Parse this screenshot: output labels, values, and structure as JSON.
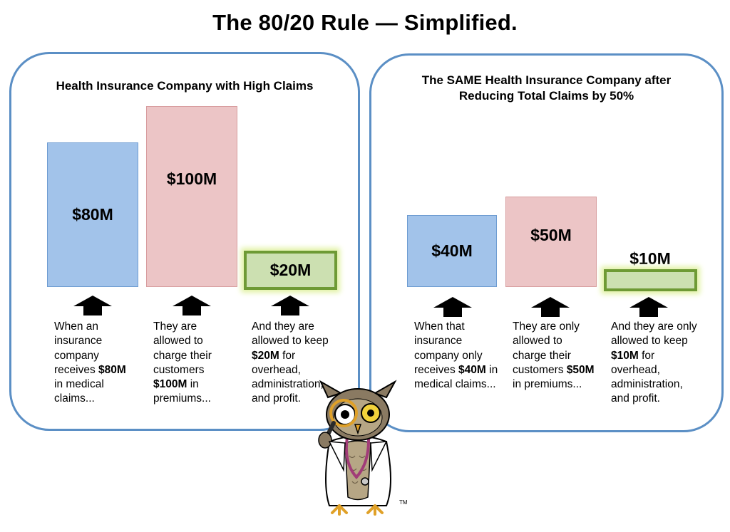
{
  "title": "The 80/20 Rule — Simplified.",
  "panels": [
    {
      "title_line1": "Health Insurance Company with High Claims",
      "title_line2": "",
      "bars": [
        {
          "label": "$80M",
          "value": 80,
          "color": "#a2c3ea"
        },
        {
          "label": "$100M",
          "value": 100,
          "color": "#ecc5c6"
        },
        {
          "label": "$20M",
          "value": 20,
          "color": "#cce0b1"
        }
      ],
      "descriptions": [
        {
          "pre": "When an insurance company receives ",
          "bold": "$80M",
          "post": " in medical claims..."
        },
        {
          "pre": "They are allowed to charge their customers ",
          "bold": "$100M",
          "post": " in premiums..."
        },
        {
          "pre": "And they are allowed to keep ",
          "bold": "$20M",
          "post": " for overhead, administration, and profit."
        }
      ]
    },
    {
      "title_line1": "The SAME Health Insurance Company after",
      "title_line2": "Reducing Total Claims by 50%",
      "bars": [
        {
          "label": "$40M",
          "value": 40,
          "color": "#a2c3ea"
        },
        {
          "label": "$50M",
          "value": 50,
          "color": "#ecc5c6"
        },
        {
          "label": "$10M",
          "value": 10,
          "color": "#cce0b1"
        }
      ],
      "descriptions": [
        {
          "pre": "When that insurance company only receives ",
          "bold": "$40M",
          "post": " in medical claims..."
        },
        {
          "pre": "They are only allowed to charge their customers ",
          "bold": "$50M",
          "post": " in premiums..."
        },
        {
          "pre": "And they are only allowed to keep ",
          "bold": "$10M",
          "post": " for overhead, administration, and profit."
        }
      ]
    }
  ],
  "mascot": {
    "icon": "doctor-owl-with-magnifying-glass-icon",
    "mark": "TM"
  }
}
